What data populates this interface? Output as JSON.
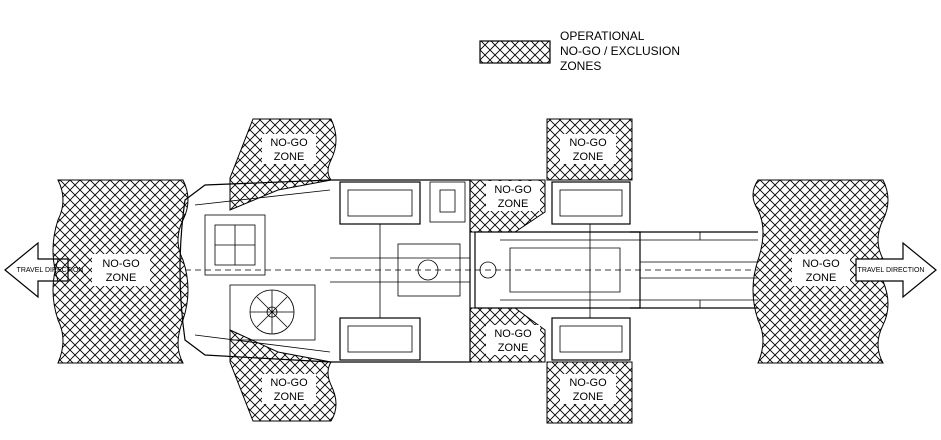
{
  "legend": {
    "lines": [
      "OPERATIONAL",
      "NO-GO / EXCLUSION",
      "ZONES"
    ]
  },
  "zones": {
    "left": {
      "line1": "NO-GO",
      "line2": "ZONE"
    },
    "right": {
      "line1": "NO-GO",
      "line2": "ZONE"
    },
    "top_articulated": {
      "line1": "NO-GO",
      "line2": "ZONE"
    },
    "bottom_articulated": {
      "line1": "NO-GO",
      "line2": "ZONE"
    },
    "top_mid": {
      "line1": "NO-GO",
      "line2": "ZONE"
    },
    "bottom_mid": {
      "line1": "NO-GO",
      "line2": "ZONE"
    },
    "top_front": {
      "line1": "NO-GO",
      "line2": "ZONE"
    },
    "bottom_front": {
      "line1": "NO-GO",
      "line2": "ZONE"
    }
  },
  "arrows": {
    "left": {
      "label": "TRAVEL DIRECTION"
    },
    "right": {
      "label": "TRAVEL DIRECTION"
    }
  }
}
